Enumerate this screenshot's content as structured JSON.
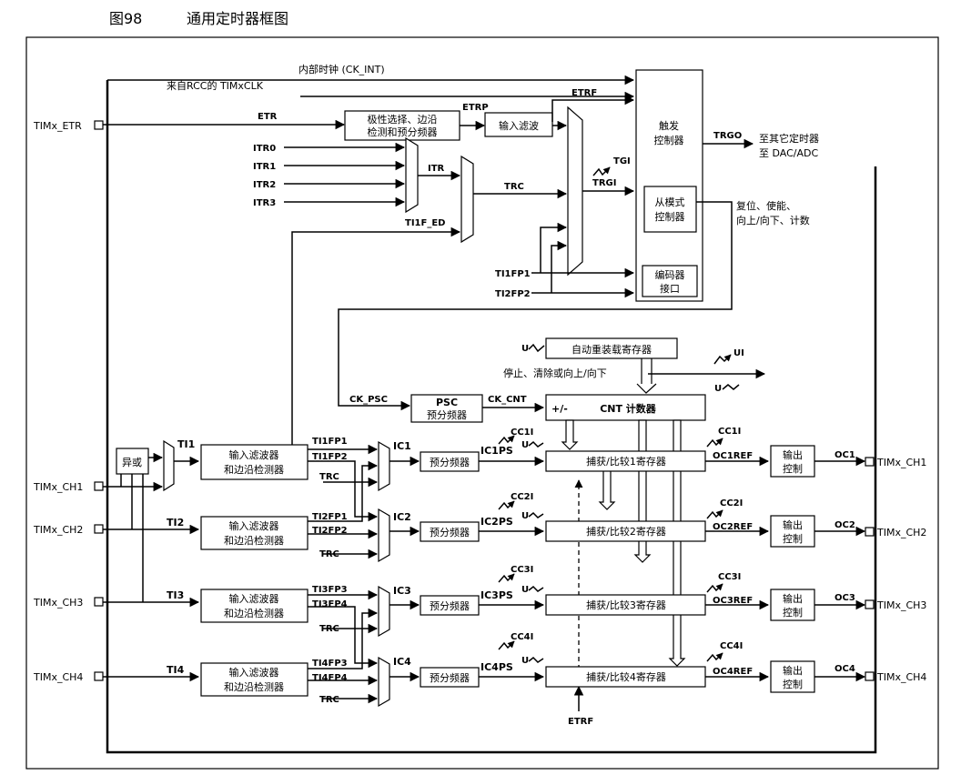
{
  "caption": {
    "number": "图98",
    "title": "通用定时器框图"
  },
  "pins": {
    "etr": "TIMx_ETR",
    "ch1": "TIMx_CH1",
    "ch2": "TIMx_CH2",
    "ch3": "TIMx_CH3",
    "ch4": "TIMx_CH4"
  },
  "clock": {
    "ck_int": "内部时钟 (CK_INT)",
    "timxclk": "来自RCC的 TIMxCLK"
  },
  "etr": {
    "label": "ETR",
    "block_line1": "极性选择、边沿",
    "block_line2": "检测和预分频器",
    "etrp": "ETRP",
    "filter": "输入滤波",
    "etrf": "ETRF"
  },
  "itr": {
    "in": [
      "ITR0",
      "ITR1",
      "ITR2",
      "ITR3"
    ],
    "out": "ITR",
    "trc": "TRC",
    "ti1f_ed": "TI1F_ED",
    "tgi": "TGI",
    "trgi": "TRGI",
    "ti1fp1": "TI1FP1",
    "ti2fp2": "TI2FP2"
  },
  "trigger": {
    "line1": "触发",
    "line2": "控制器",
    "trgo": "TRGO",
    "out1": "至其它定时器",
    "out2": "至 DAC/ADC"
  },
  "slave": {
    "line1": "从模式",
    "line2": "控制器",
    "note1": "复位、使能、",
    "note2": "向上/向下、计数"
  },
  "encoder": {
    "line1": "编码器",
    "line2": "接口"
  },
  "counter": {
    "arr": "自动重装载寄存器",
    "u": "U",
    "ui": "UI",
    "note": "停止、清除或向上/向下",
    "ck_psc": "CK_PSC",
    "psc": "PSC",
    "psc_sub": "预分频器",
    "ck_cnt": "CK_CNT",
    "pm": "+/-",
    "cnt": "CNT 计数器"
  },
  "xor": "异或",
  "ti1": "TI1",
  "ti2": "TI2",
  "ti3": "TI3",
  "ti4": "TI4",
  "filter_line1": "输入滤波器",
  "filter_line2": "和边沿检测器",
  "prescaler": "预分频器",
  "trc": "TRC",
  "out_line1": "输出",
  "out_line2": "控制",
  "etrf_bottom": "ETRF",
  "channels": [
    {
      "fp_a": "TI1FP1",
      "fp_b": "TI1FP2",
      "ic": "IC1",
      "icps": "IC1PS",
      "cc_reg": "捕获/比较1寄存器",
      "cci": "CC1I",
      "ocref": "OC1REF",
      "oc": "OC1"
    },
    {
      "fp_a": "TI2FP1",
      "fp_b": "TI2FP2",
      "ic": "IC2",
      "icps": "IC2PS",
      "cc_reg": "捕获/比较2寄存器",
      "cci": "CC2I",
      "ocref": "OC2REF",
      "oc": "OC2"
    },
    {
      "fp_a": "TI3FP3",
      "fp_b": "TI3FP4",
      "ic": "IC3",
      "icps": "IC3PS",
      "cc_reg": "捕获/比较3寄存器",
      "cci": "CC3I",
      "ocref": "OC3REF",
      "oc": "OC3"
    },
    {
      "fp_a": "TI4FP3",
      "fp_b": "TI4FP4",
      "ic": "IC4",
      "icps": "IC4PS",
      "cc_reg": "捕获/比较4寄存器",
      "cci": "CC4I",
      "ocref": "OC4REF",
      "oc": "OC4"
    }
  ]
}
